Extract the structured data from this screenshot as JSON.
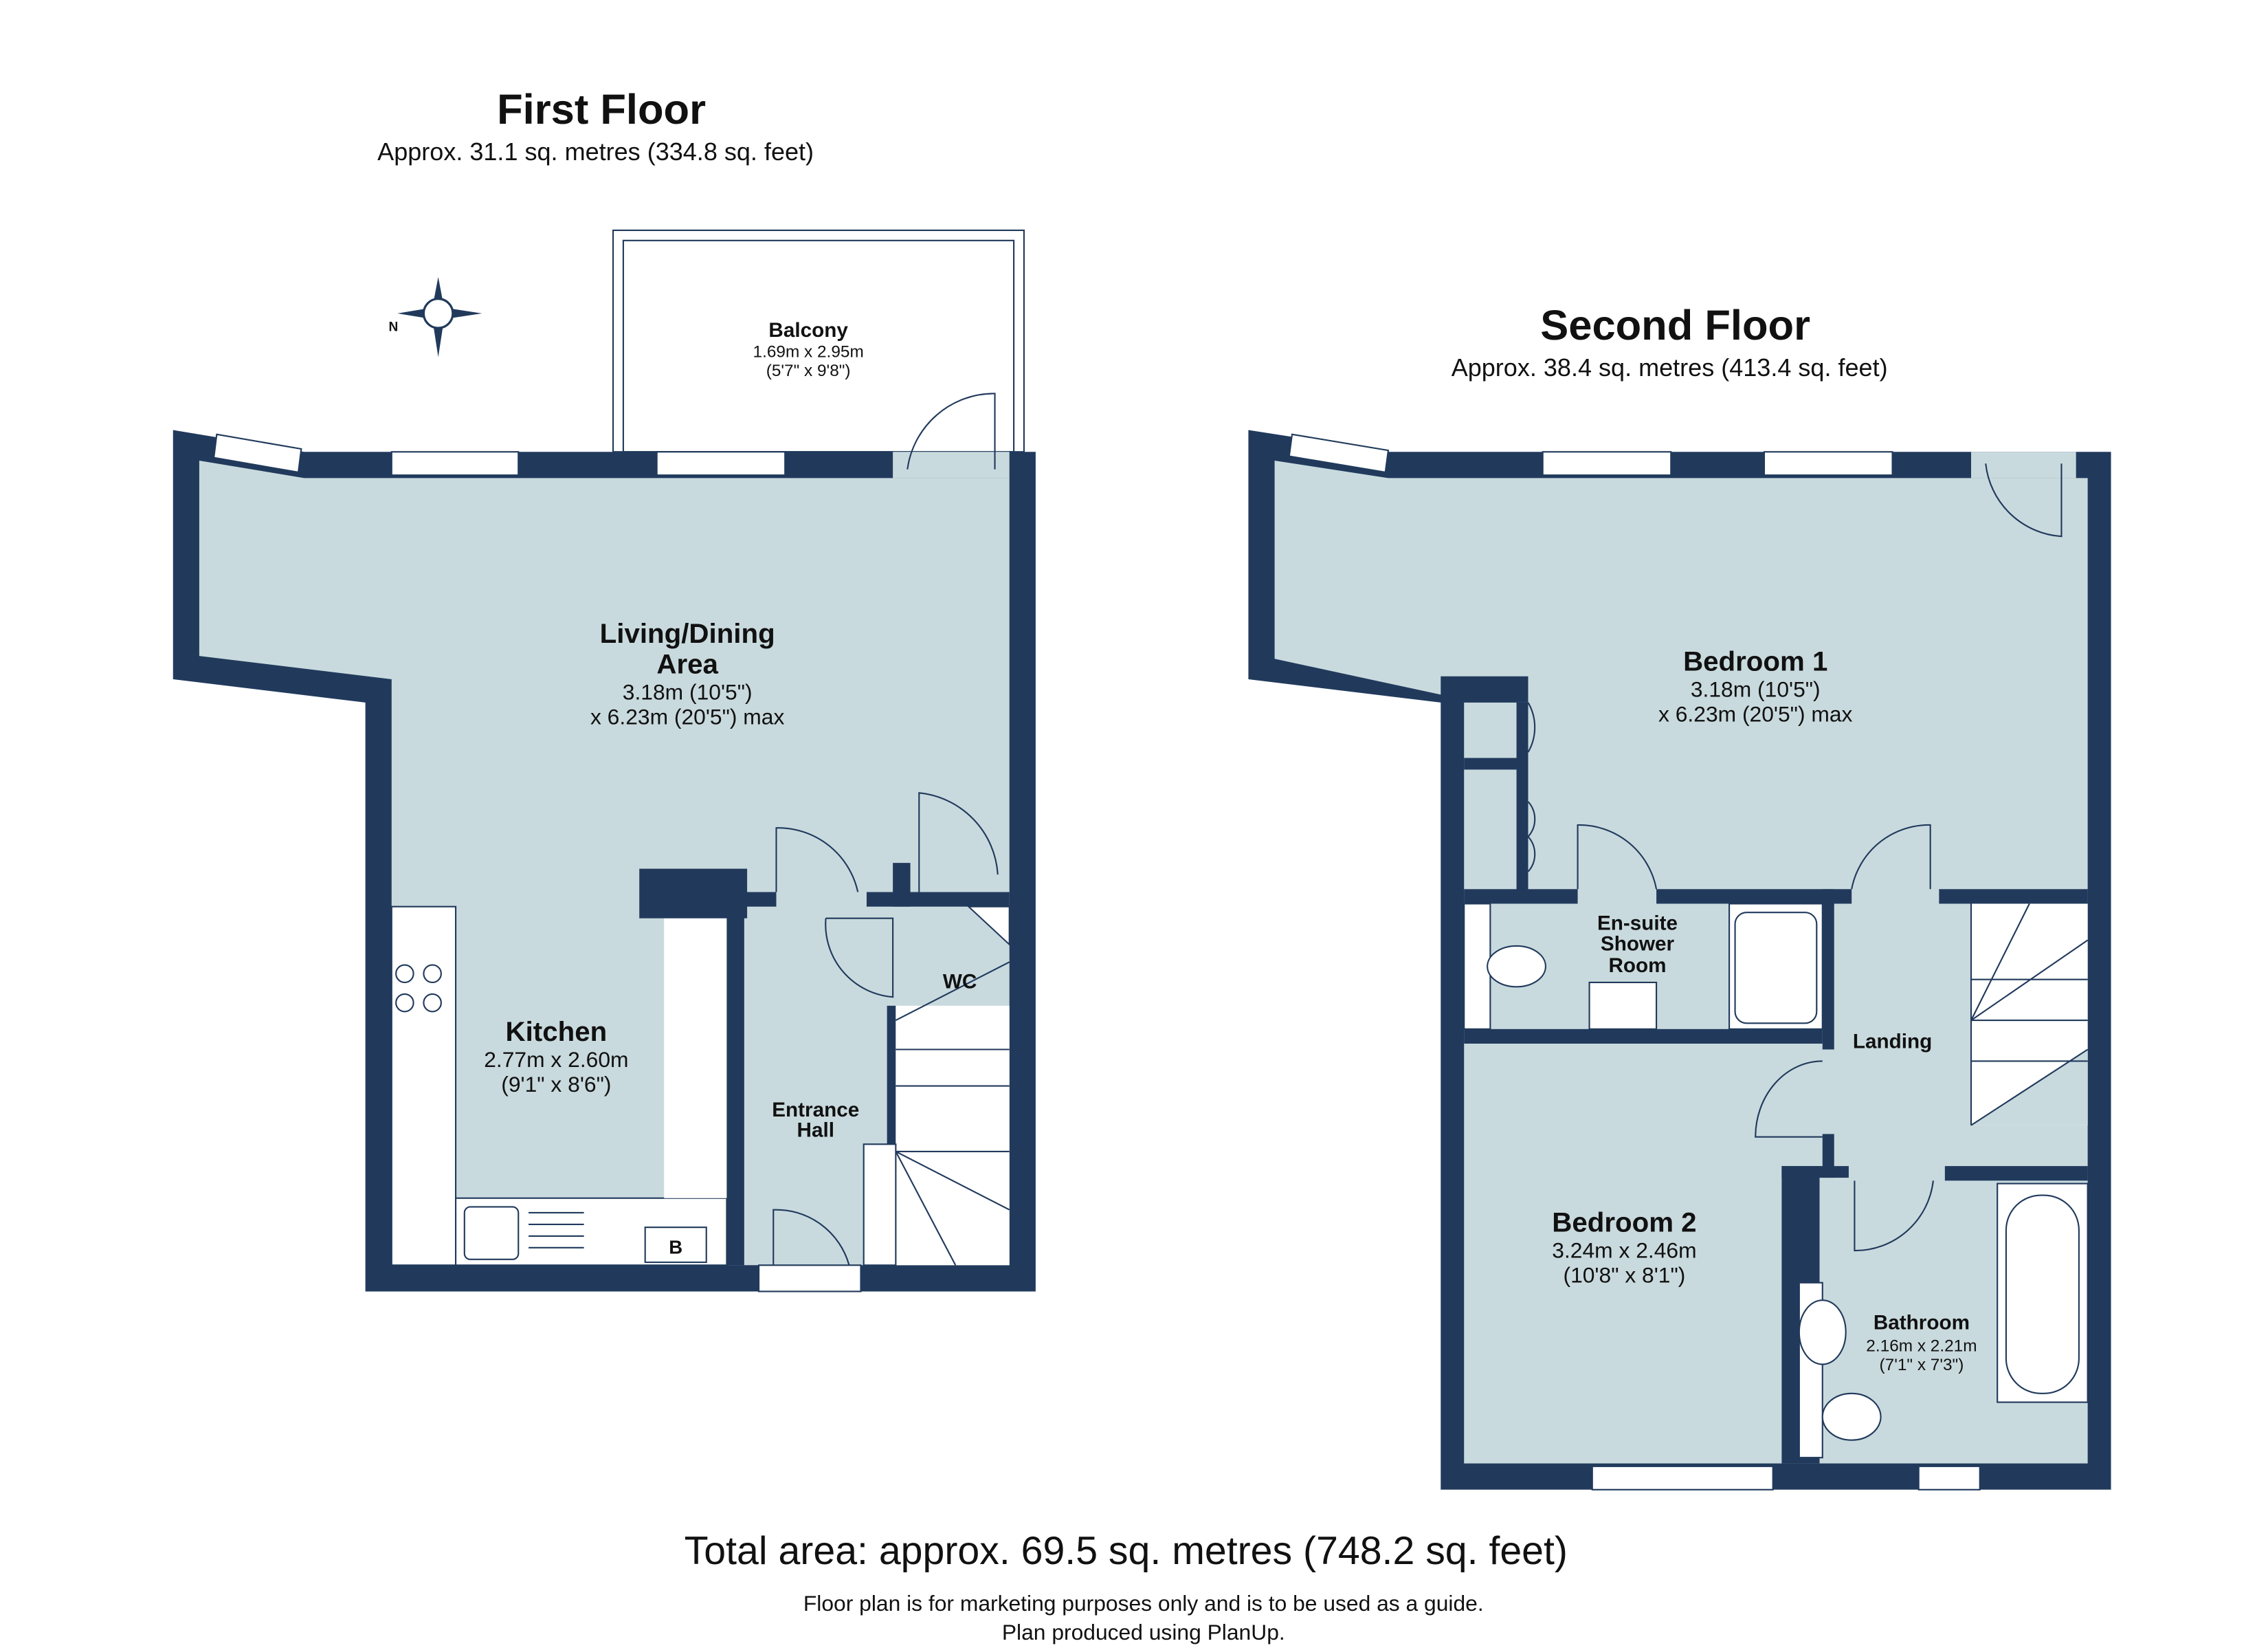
{
  "first_floor": {
    "title": "First Floor",
    "area": "Approx. 31.1 sq. metres (334.8 sq. feet)",
    "rooms": {
      "balcony": {
        "name": "Balcony",
        "dim_m": "1.69m x 2.95m",
        "dim_ft": "(5'7\" x 9'8\")"
      },
      "living": {
        "name_1": "Living/Dining",
        "name_2": "Area",
        "dim_m": "3.18m (10'5\")",
        "dim_ft": "x 6.23m (20'5\") max"
      },
      "kitchen": {
        "name": "Kitchen",
        "dim_m": "2.77m x 2.60m",
        "dim_ft": "(9'1\" x 8'6\")"
      },
      "hall": {
        "name_1": "Entrance",
        "name_2": "Hall"
      },
      "wc": {
        "name": "WC"
      },
      "boiler": {
        "label": "B"
      }
    },
    "compass_label": "N"
  },
  "second_floor": {
    "title": "Second Floor",
    "area": "Approx. 38.4 sq. metres (413.4 sq. feet)",
    "rooms": {
      "bedroom1": {
        "name": "Bedroom 1",
        "dim_m": "3.18m (10'5\")",
        "dim_ft": "x 6.23m (20'5\") max"
      },
      "ensuite": {
        "name_1": "En-suite",
        "name_2": "Shower",
        "name_3": "Room"
      },
      "landing": {
        "name": "Landing"
      },
      "bedroom2": {
        "name": "Bedroom 2",
        "dim_m": "3.24m x 2.46m",
        "dim_ft": "(10'8\" x 8'1\")"
      },
      "bathroom": {
        "name": "Bathroom",
        "dim_m": "2.16m x 2.21m",
        "dim_ft": "(7'1\" x 7'3\")"
      }
    }
  },
  "footer": {
    "total": "Total area: approx. 69.5 sq. metres (748.2 sq. feet)",
    "disclaimer": "Floor plan is for marketing purposes only and is to be used as a guide.",
    "credit": "Plan produced using PlanUp."
  },
  "colors": {
    "wall": "#213a5c",
    "floor": "#c9dade"
  }
}
